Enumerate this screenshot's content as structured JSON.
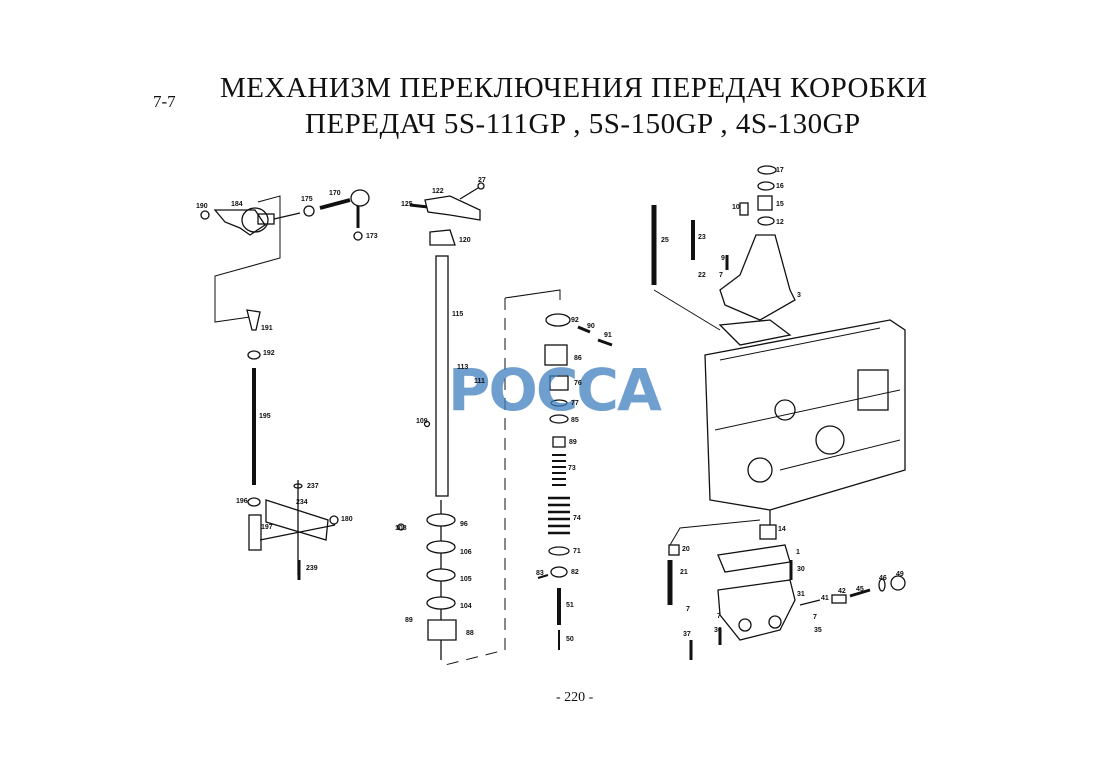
{
  "header": {
    "section": "7-7",
    "title_line1": "МЕХАНИЗМ  ПЕРЕКЛЮЧЕНИЯ  ПЕРЕДАЧ КОРОБКИ",
    "title_line2": "ПЕРЕДАЧ  5S-111GP , 5S-150GP , 4S-130GP"
  },
  "watermark": "РОССА",
  "page_number": "- 220 -",
  "part_labels": {
    "left": [
      "190",
      "184",
      "175",
      "170",
      "173",
      "191",
      "192",
      "195",
      "237",
      "234",
      "196",
      "197",
      "180",
      "239"
    ],
    "middle": [
      "27",
      "122",
      "125",
      "120",
      "115",
      "113",
      "111",
      "109",
      "108",
      "96",
      "106",
      "105",
      "104",
      "89",
      "88"
    ],
    "column": [
      "92",
      "90",
      "91",
      "86",
      "76",
      "77",
      "85",
      "89",
      "73",
      "74",
      "71",
      "83",
      "82",
      "51",
      "50"
    ],
    "right": [
      "17",
      "16",
      "10",
      "15",
      "12",
      "25",
      "23",
      "9",
      "22",
      "7",
      "3",
      "14",
      "20",
      "1",
      "21",
      "30",
      "31",
      "41",
      "42",
      "45",
      "46",
      "49",
      "7",
      "7",
      "7",
      "36",
      "35",
      "37"
    ]
  }
}
